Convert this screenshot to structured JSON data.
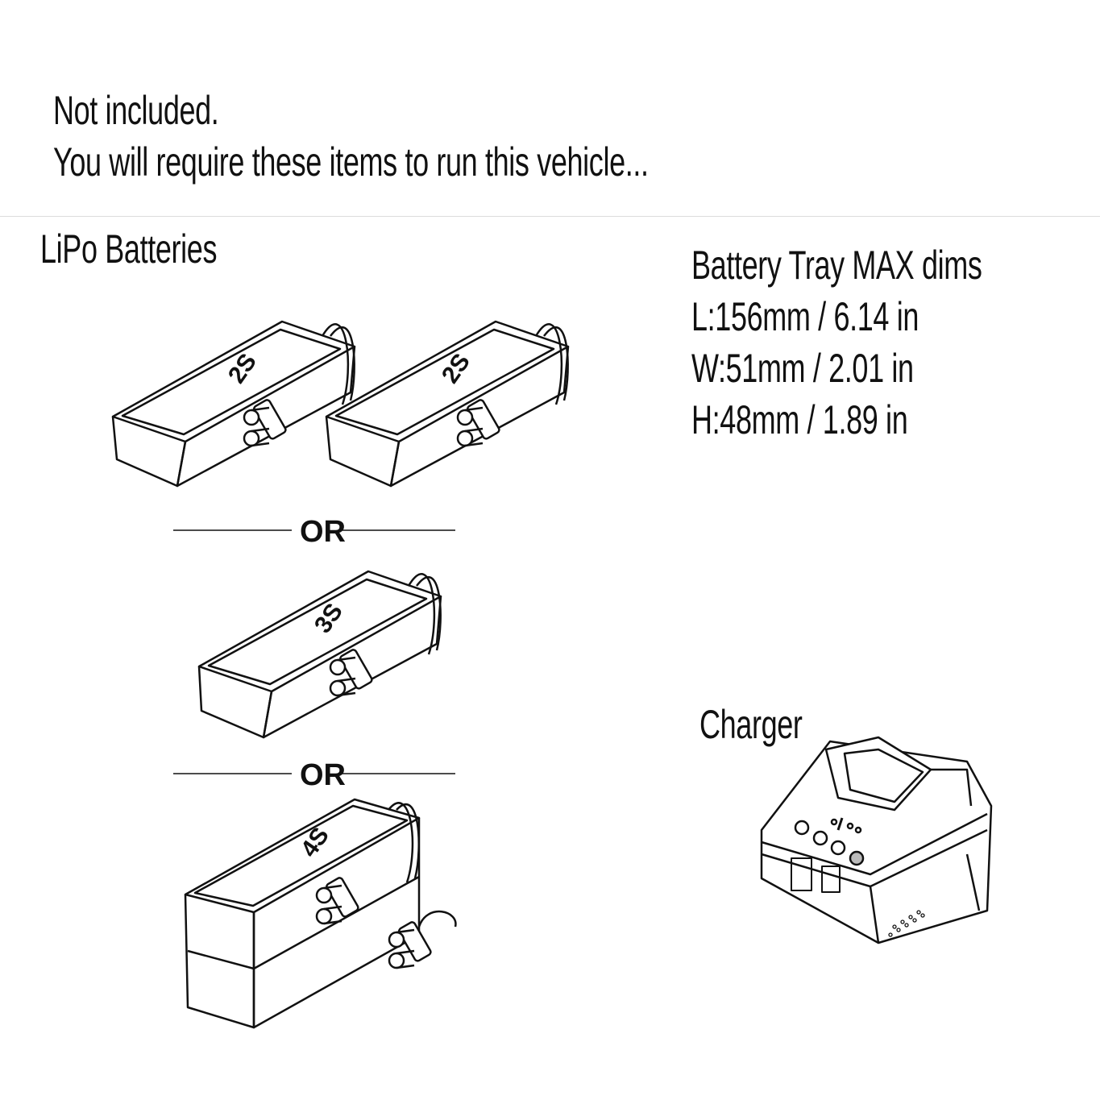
{
  "header": {
    "line1": "Not included.",
    "line2": "You will require these items to run this vehicle..."
  },
  "batteries": {
    "title": "LiPo Batteries",
    "items": [
      {
        "label": "2S"
      },
      {
        "label": "2S"
      },
      {
        "label": "3S"
      },
      {
        "label": "4S"
      }
    ],
    "separator": "OR"
  },
  "tray": {
    "title": "Battery Tray MAX dims",
    "length": "L:156mm / 6.14 in",
    "width": "W:51mm / 2.01 in",
    "height": "H:48mm / 1.89 in"
  },
  "charger": {
    "title": "Charger"
  }
}
